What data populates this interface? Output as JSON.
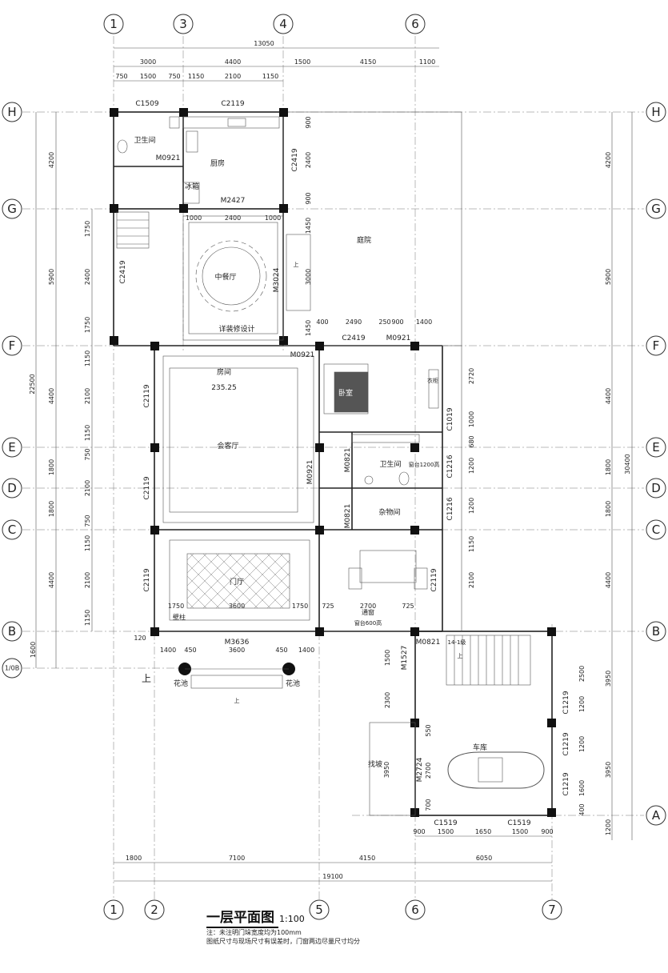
{
  "drawing": {
    "title": "一层平面图",
    "scale": "1:100",
    "notes": [
      "注：未注明门垛宽度均为100mm",
      "图纸尺寸与现场尺寸有误差时，门窗两边尽量尺寸均分"
    ]
  },
  "axes": {
    "top": [
      "1",
      "3",
      "4",
      "6"
    ],
    "bottom": [
      "1",
      "2",
      "5",
      "6",
      "7"
    ],
    "left": [
      "H",
      "G",
      "F",
      "E",
      "D",
      "C",
      "B",
      "1/0B"
    ],
    "right": [
      "H",
      "G",
      "F",
      "E",
      "D",
      "C",
      "B",
      "A"
    ]
  },
  "dimensions": {
    "top_total": "13050",
    "top_row2": [
      "3000",
      "4400",
      "1500",
      "4150",
      "1100"
    ],
    "top_row3": [
      "750",
      "1500",
      "750",
      "1150",
      "2100",
      "1150"
    ],
    "bottom_total": "19100",
    "bottom_row": [
      "1800",
      "7100",
      "4150",
      "6050"
    ],
    "left_total": "22500",
    "left_outer": [
      "4200",
      "5900",
      "4400",
      "1800",
      "1800",
      "4400",
      "1600"
    ],
    "left_inner": [
      "1750",
      "2400",
      "1750",
      "1150",
      "2100",
      "1150",
      "750",
      "2100",
      "750",
      "1150",
      "2100",
      "1150"
    ],
    "right_total": "30400",
    "right_outer": [
      "4200",
      "5900",
      "4400",
      "1800",
      "1800",
      "4400",
      "3950",
      "3950",
      "1200"
    ],
    "garage_bottom": [
      "900",
      "1500",
      "1650",
      "1500",
      "900"
    ],
    "misc": [
      "900",
      "2400",
      "900",
      "1000",
      "2400",
      "1000",
      "1450",
      "3000",
      "1450",
      "400",
      "2490",
      "250",
      "900",
      "1400",
      "2720",
      "1000",
      "680",
      "1200",
      "1200",
      "1150",
      "2100",
      "1750",
      "3600",
      "1750",
      "725",
      "2700",
      "725",
      "1400",
      "450",
      "3600",
      "450",
      "1400",
      "120",
      "1500",
      "2300",
      "2500",
      "1200",
      "1200",
      "1600",
      "550",
      "2700",
      "700",
      "3950",
      "400"
    ]
  },
  "rooms": {
    "bath1": "卫生间",
    "kitchen": "厨房",
    "fridge": "冰箱",
    "dining": "中餐厅",
    "dining_note": "详装修设计",
    "courtyard": "庭院",
    "reception": "会客厅",
    "bedroom": "房间",
    "bedroom_area": "235.25",
    "bedroom_label": "卧室",
    "closet": "衣柜",
    "bath2": "卫生间",
    "bath2_sill": "窗台1200高",
    "storage": "杂物间",
    "entry": "门厅",
    "garage": "车库",
    "pillars": "壁柱",
    "clerestory": "通窗",
    "clerestory_sill": "窗台600高",
    "planter_left": "花池",
    "planter_right": "花池",
    "ramp": "找坡",
    "up_main": "上",
    "up_stair": "上",
    "up_ramp": "上",
    "up_court": "上"
  },
  "openings": {
    "c1509": "C1509",
    "c2119_top": "C2119",
    "m0921_bath": "M0921",
    "c2419_kitchen": "C2419",
    "m2427": "M2427",
    "c2419_stair": "C2419",
    "m3024": "M3024",
    "c2419_bed": "C2419",
    "m0921_bed": "M0921",
    "m0921_hall": "M0921",
    "c2119_l1": "C2119",
    "c2119_l2": "C2119",
    "c2119_l3": "C2119",
    "c1019": "C1019",
    "m0821_a": "M0821",
    "m0921_b": "M0921",
    "c1216_a": "C1216",
    "c1216_b": "C1216",
    "m0821_b": "M0821",
    "c2119_r": "C2119",
    "m3636": "M3636",
    "m0821_c": "M0821",
    "stair_steps": "14-1级",
    "m1527": "M1527",
    "c1219_a": "C1219",
    "c1219_b": "C1219",
    "c1219_c": "C1219",
    "m2724": "M2724",
    "c1519_a": "C1519",
    "c1519_b": "C1519"
  }
}
